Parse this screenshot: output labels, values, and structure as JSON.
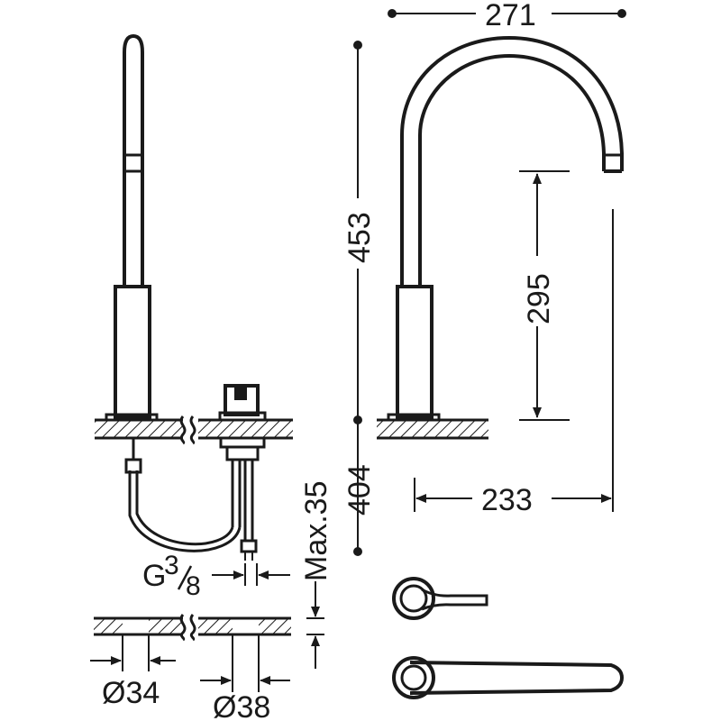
{
  "drawing": {
    "dimensions": {
      "spout_reach_top": "271",
      "total_height": "453",
      "spout_clearance": "295",
      "below_deck": "404",
      "spout_reach_bottom": "233",
      "max_deck_thickness": "Max.35",
      "connection_thread_g": "G",
      "connection_thread_num": "3",
      "connection_thread_den": "8",
      "hole_diameter_left": "Ø34",
      "hole_diameter_right": "Ø38"
    }
  }
}
